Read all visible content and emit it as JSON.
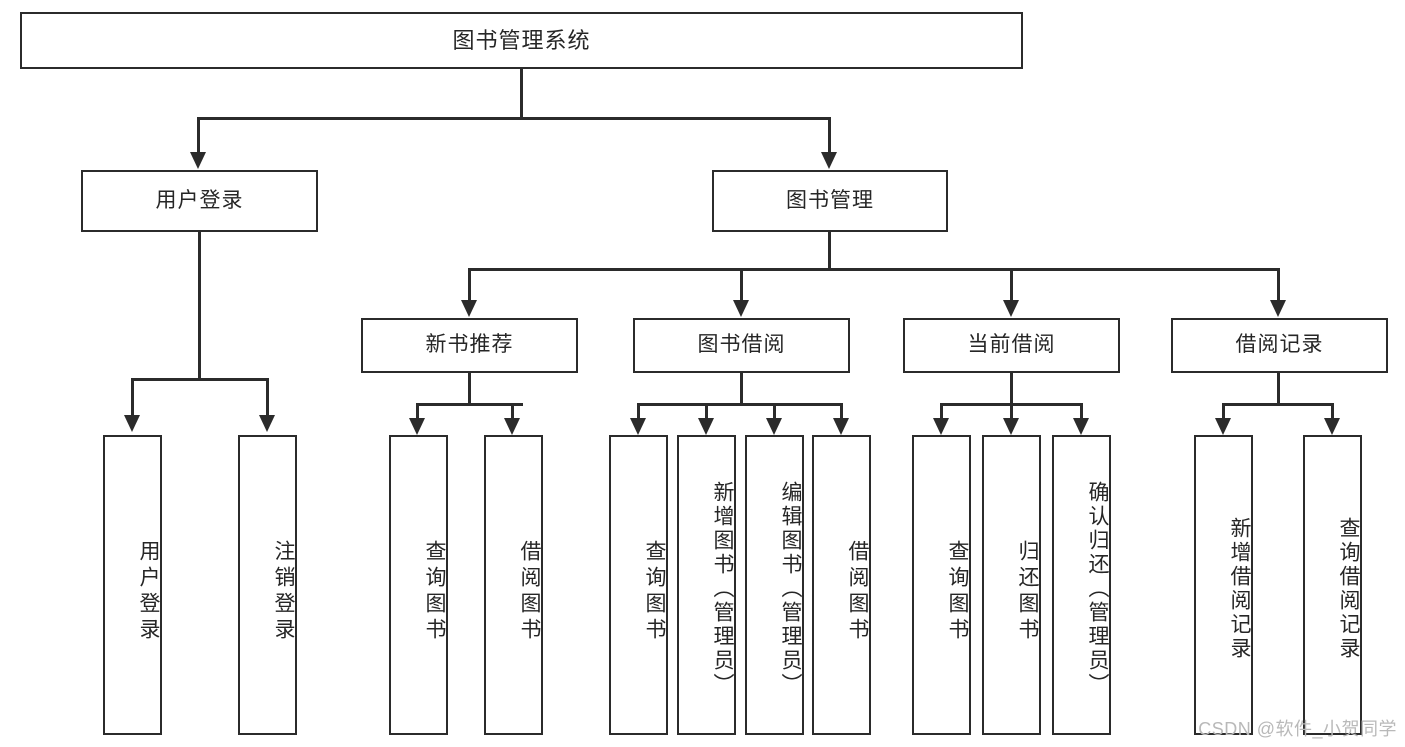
{
  "diagram": {
    "type": "tree-hierarchy-chart",
    "title": "图书管理系统",
    "watermark": "CSDN @软件_小贺同学",
    "levels": {
      "root": "图书管理系统",
      "level2": [
        "用户登录",
        "图书管理"
      ],
      "level3": [
        "新书推荐",
        "图书借阅",
        "当前借阅",
        "借阅记录"
      ]
    },
    "nodes": {
      "root": {
        "label": "图书管理系统"
      },
      "user_login": {
        "label": "用户登录"
      },
      "book_manage": {
        "label": "图书管理"
      },
      "new_book_rec": {
        "label": "新书推荐"
      },
      "book_borrow": {
        "label": "图书借阅"
      },
      "current_borrow": {
        "label": "当前借阅"
      },
      "borrow_record": {
        "label": "借阅记录"
      },
      "leaf_user_login": {
        "label": "用户登录"
      },
      "leaf_user_logout": {
        "label": "注销登录"
      },
      "leaf_query_book_1": {
        "label": "查询图书"
      },
      "leaf_borrow_book_1": {
        "label": "借阅图书"
      },
      "leaf_query_book_2": {
        "label": "查询图书"
      },
      "leaf_add_book": {
        "label": "新增图书（管理员）"
      },
      "leaf_edit_book": {
        "label": "编辑图书（管理员）"
      },
      "leaf_borrow_book_2": {
        "label": "借阅图书"
      },
      "leaf_query_book_3": {
        "label": "查询图书"
      },
      "leaf_return_book": {
        "label": "归还图书"
      },
      "leaf_confirm_return": {
        "label": "确认归还（管理员）"
      },
      "leaf_add_record": {
        "label": "新增借阅记录"
      },
      "leaf_query_record": {
        "label": "查询借阅记录"
      }
    },
    "colors": {
      "stroke": "#2b2b2b",
      "fill": "#ffffff",
      "text": "#262626",
      "watermark": "#b9b9b9"
    }
  }
}
